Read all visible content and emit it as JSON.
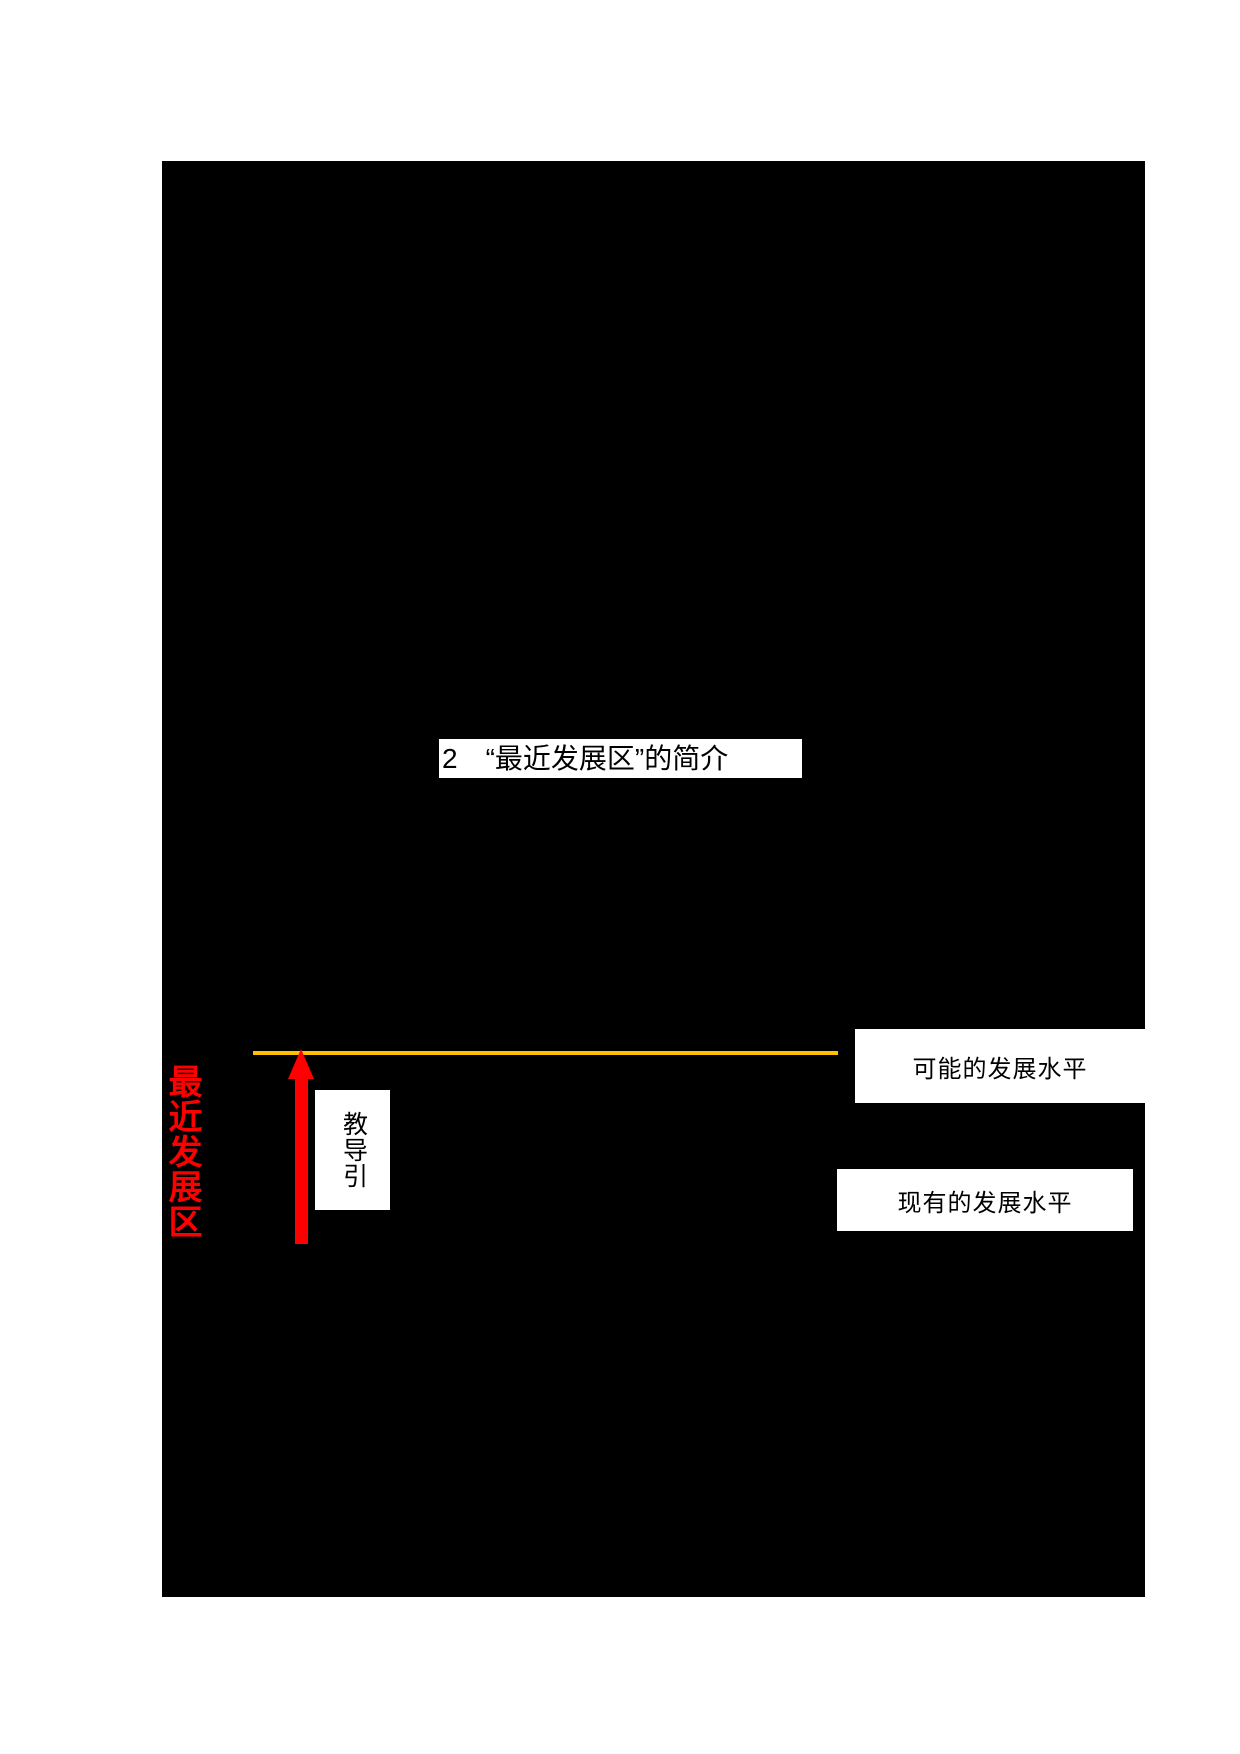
{
  "colors": {
    "page_bg": "#ffffff",
    "slide_bg": "#000000",
    "zpd_line": "#ffc000",
    "arrow_red": "#ff0000",
    "zpd_label_red": "#ff0000",
    "label_text": "#000000",
    "label_box_bg": "#ffffff"
  },
  "slide": {
    "title": "2　“最近发展区”的简介"
  },
  "diagram": {
    "zpd_label": "最近发展区",
    "guidance_label": "教导引",
    "upper_level_label": "可能的发展水平",
    "lower_level_label": "现有的发展水平"
  }
}
